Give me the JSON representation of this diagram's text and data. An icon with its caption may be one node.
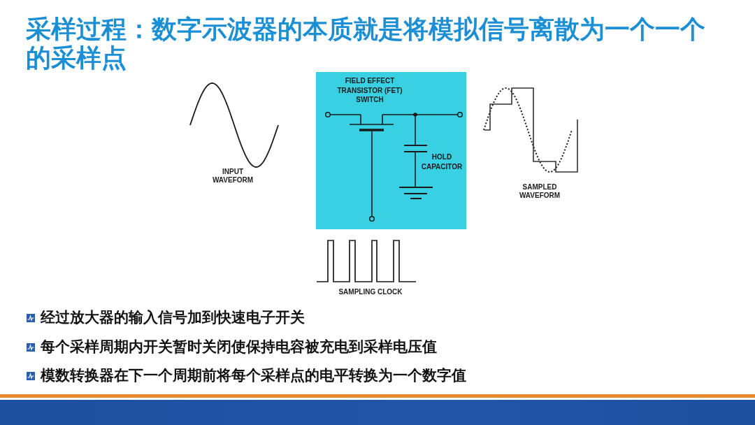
{
  "diagram": {
    "title": "采样过程：数字示波器的本质就是将模拟信号离散为一个一个的采样点",
    "nodes": [
      {
        "text": [
          "FIELD EFFECT TRANSISTOR (FET) SWITCH",
          "HOLD CAPACITOR"
        ]
      }
    ],
    "labels": [
      "INPUT WAVEFORM",
      "SAMPLED WAVEFORM",
      "SAMPLING CLOCK",
      "经过放大器的输入信号加到快速电子开关",
      "每个采样周期内开关暂时关闭使保持电容被充电到采样电压值",
      "模数转换器在下一个周期前将每个采样点的电平转换为一个数字值"
    ]
  }
}
